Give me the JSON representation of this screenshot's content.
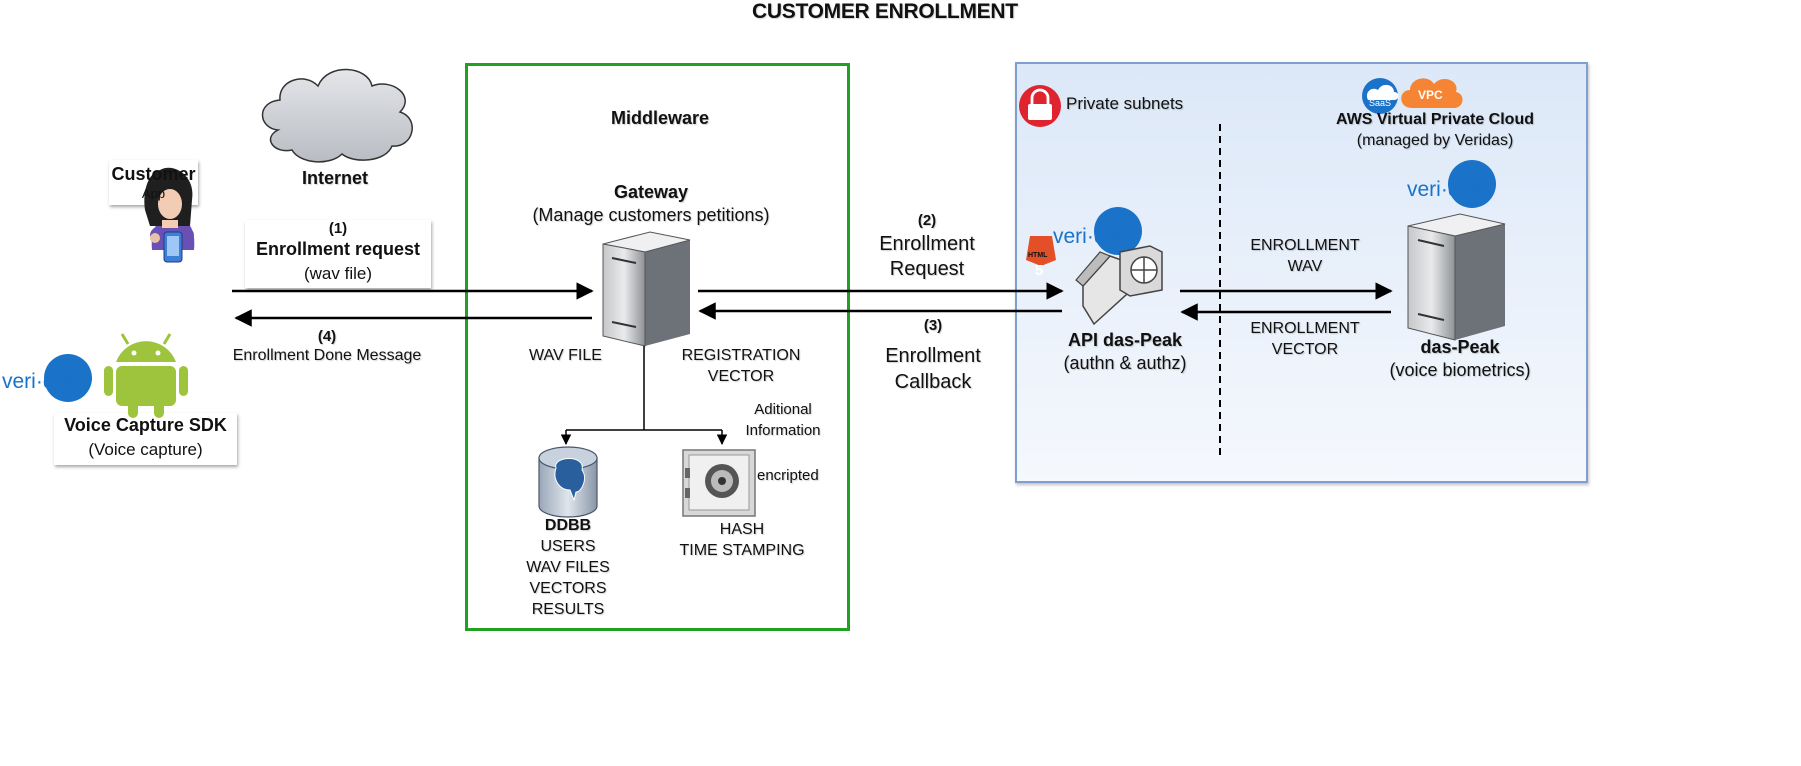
{
  "title": "CUSTOMER ENROLLMENT",
  "internet": {
    "label": "Internet"
  },
  "customer": {
    "title": "Customer",
    "subtitle": "App"
  },
  "sdk": {
    "title": "Voice Capture SDK",
    "subtitle": "(Voice capture)",
    "brand": "veri·das"
  },
  "step1": {
    "num": "(1)",
    "title": "Enrollment request",
    "sub": "(wav file)"
  },
  "step4": {
    "num": "(4)",
    "label": "Enrollment Done Message"
  },
  "middleware": {
    "title": "Middleware",
    "gateway_title": "Gateway",
    "gateway_sub": "(Manage customers petitions)",
    "wav_file": "WAV FILE",
    "reg_vector_1": "REGISTRATION",
    "reg_vector_2": "VECTOR",
    "ddbb": {
      "title": "DDBB",
      "lines": [
        "USERS",
        "WAV FILES",
        "VECTORS",
        "RESULTS"
      ]
    },
    "safe": {
      "add_1": "Aditional",
      "add_2": "Information",
      "encrypted": "encripted",
      "hash": "HASH",
      "ts": "TIME STAMPING"
    }
  },
  "step2": {
    "num": "(2)",
    "line1": "Enrollment",
    "line2": "Request"
  },
  "step3": {
    "num": "(3)",
    "line1": "Enrollment",
    "line2": "Callback"
  },
  "vpc": {
    "private_subnets": "Private subnets",
    "title": "AWS Virtual Private Cloud",
    "subtitle": "(managed by Veridas)",
    "saas_badge": "SaaS",
    "vpc_badge": "VPC",
    "api_title": "API das-Peak",
    "api_sub": "(authn & authz)",
    "api_brand": "veri·das",
    "html_badge": "HTML",
    "html_number": "5",
    "wav_1": "ENROLLMENT",
    "wav_2": "WAV",
    "vec_1": "ENROLLMENT",
    "vec_2": "VECTOR",
    "server_title": "das-Peak",
    "server_sub": "(voice biometrics)",
    "server_brand": "veri·das"
  },
  "colors": {
    "middleware_border": "#22a022",
    "vpc_border": "#7f9fd0",
    "vpc_fill_top": "#dce8f8",
    "veridas_blue": "#1a73c8",
    "android_green": "#9dc43c",
    "lock_red": "#e0242f",
    "vpc_orange": "#f58534",
    "html5_orange": "#e34f26"
  }
}
